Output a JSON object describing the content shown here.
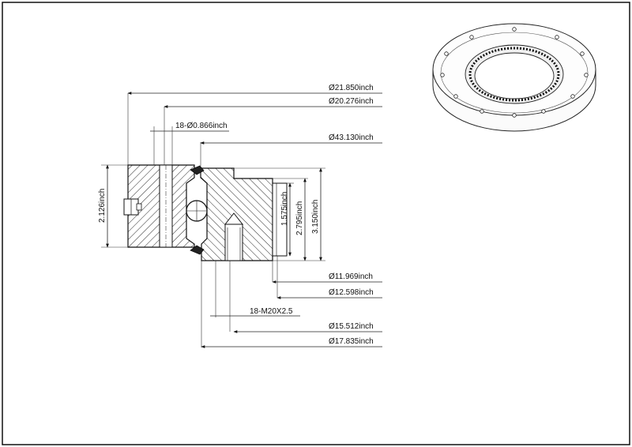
{
  "dimensions": {
    "od_outer": "Ø21.850inch",
    "bolt_circle_outer": "Ø20.276inch",
    "holes_outer": "18-Ø0.866inch",
    "gear_od": "Ø43.130inch",
    "height_total": "2.126inch",
    "h_inner_1": "1.575inch",
    "h_inner_2": "2.795inch",
    "h_inner_3": "3.150inch",
    "id_inner": "Ø11.969inch",
    "id_2": "Ø12.598inch",
    "thread_holes": "18-M20X2.5",
    "bolt_circle_inner": "Ø15.512inch",
    "od_inner_ring": "Ø17.835inch"
  },
  "colors": {
    "line": "#111111",
    "seal": "#222222",
    "background": "#ffffff"
  }
}
